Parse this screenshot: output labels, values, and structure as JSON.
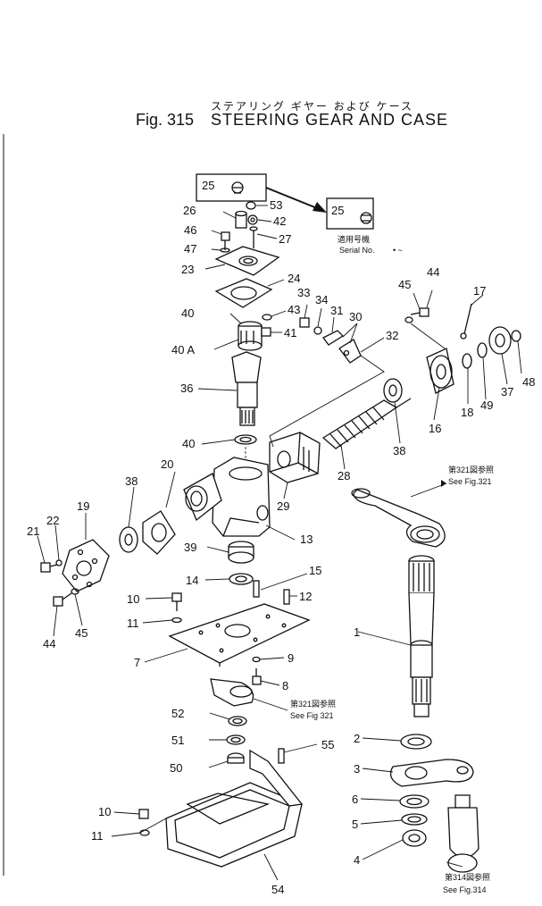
{
  "header": {
    "title_jp": "ステアリング ギヤー および ケース",
    "fig_no": "Fig. 315",
    "fig_name": "STEERING GEAR AND CASE"
  },
  "inset": {
    "serial_jp": "適用号機",
    "serial_en": "Serial No.",
    "serial_value": "• ~"
  },
  "references": {
    "fig321_upper_jp": "第321図参照",
    "fig321_upper_en": "See Fig.321",
    "fig321_lower_jp": "第321図参照",
    "fig321_lower_en": "See Fig 321",
    "fig314_jp": "第314図参照",
    "fig314_en": "See Fig.314"
  },
  "part_numbers": {
    "p1": "1",
    "p2": "2",
    "p3": "3",
    "p4": "4",
    "p5": "5",
    "p6": "6",
    "p7": "7",
    "p8": "8",
    "p9": "9",
    "p10a": "10",
    "p10b": "10",
    "p11a": "11",
    "p11b": "11",
    "p12": "12",
    "p13": "13",
    "p14": "14",
    "p15": "15",
    "p16": "16",
    "p17": "17",
    "p18": "18",
    "p19": "19",
    "p20": "20",
    "p21": "21",
    "p22": "22",
    "p23": "23",
    "p24": "24",
    "p25a": "25",
    "p25b": "25",
    "p26": "26",
    "p27": "27",
    "p28": "28",
    "p29": "29",
    "p30": "30",
    "p31": "31",
    "p32": "32",
    "p33": "33",
    "p34": "34",
    "p36": "36",
    "p37": "37",
    "p38a": "38",
    "p38b": "38",
    "p39": "39",
    "p40a": "40",
    "p40b": "40",
    "p40A": "40 A",
    "p41": "41",
    "p42": "42",
    "p43": "43",
    "p44a": "44",
    "p44b": "44",
    "p45a": "45",
    "p45b": "45",
    "p46": "46",
    "p47": "47",
    "p48": "48",
    "p49": "49",
    "p50": "50",
    "p51": "51",
    "p52": "52",
    "p53": "53",
    "p54": "54",
    "p55": "55"
  }
}
